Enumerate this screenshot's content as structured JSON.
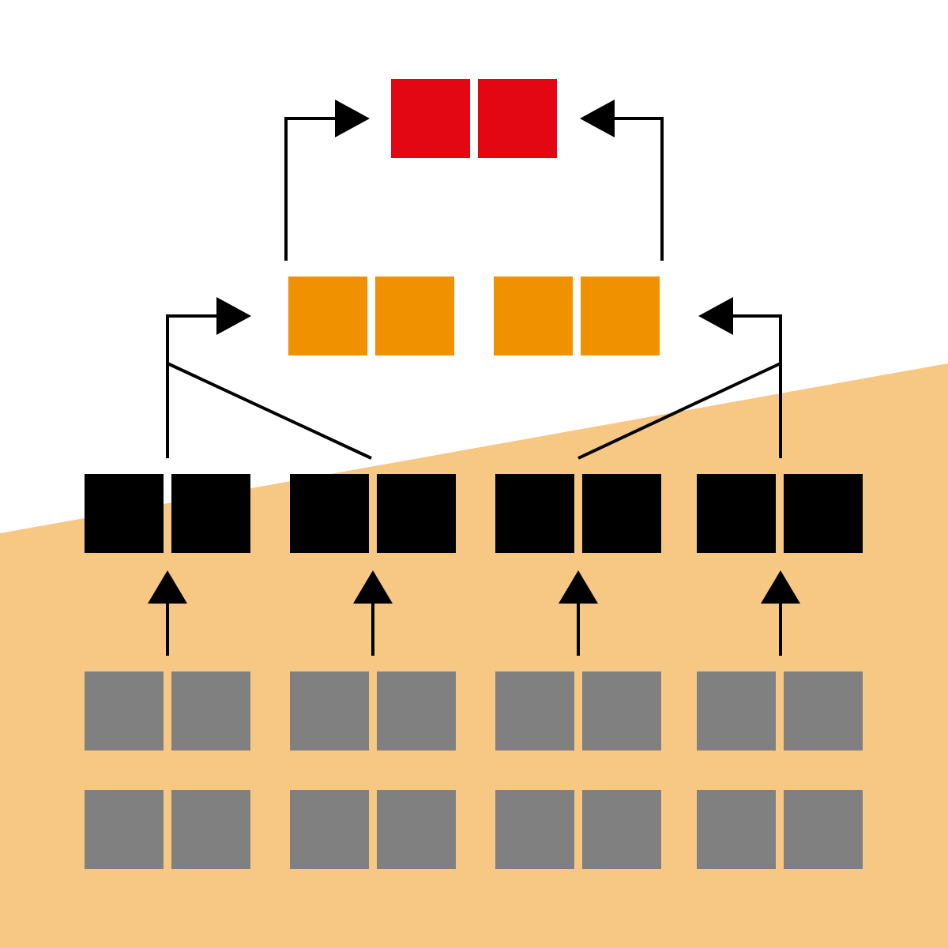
{
  "colors": {
    "background": "#ffffff",
    "band": "#f7c883",
    "input": "#808080",
    "level1": "#000000",
    "level2": "#f09200",
    "level3": "#e30613",
    "connector": "#000000"
  },
  "levels": {
    "input_rows": 2,
    "input_groups": 4,
    "level1_groups": 4,
    "level2_groups": 2,
    "level3_groups": 1,
    "cells_per_group": 2
  },
  "icons": {
    "arrow": "arrowhead-triangle"
  }
}
